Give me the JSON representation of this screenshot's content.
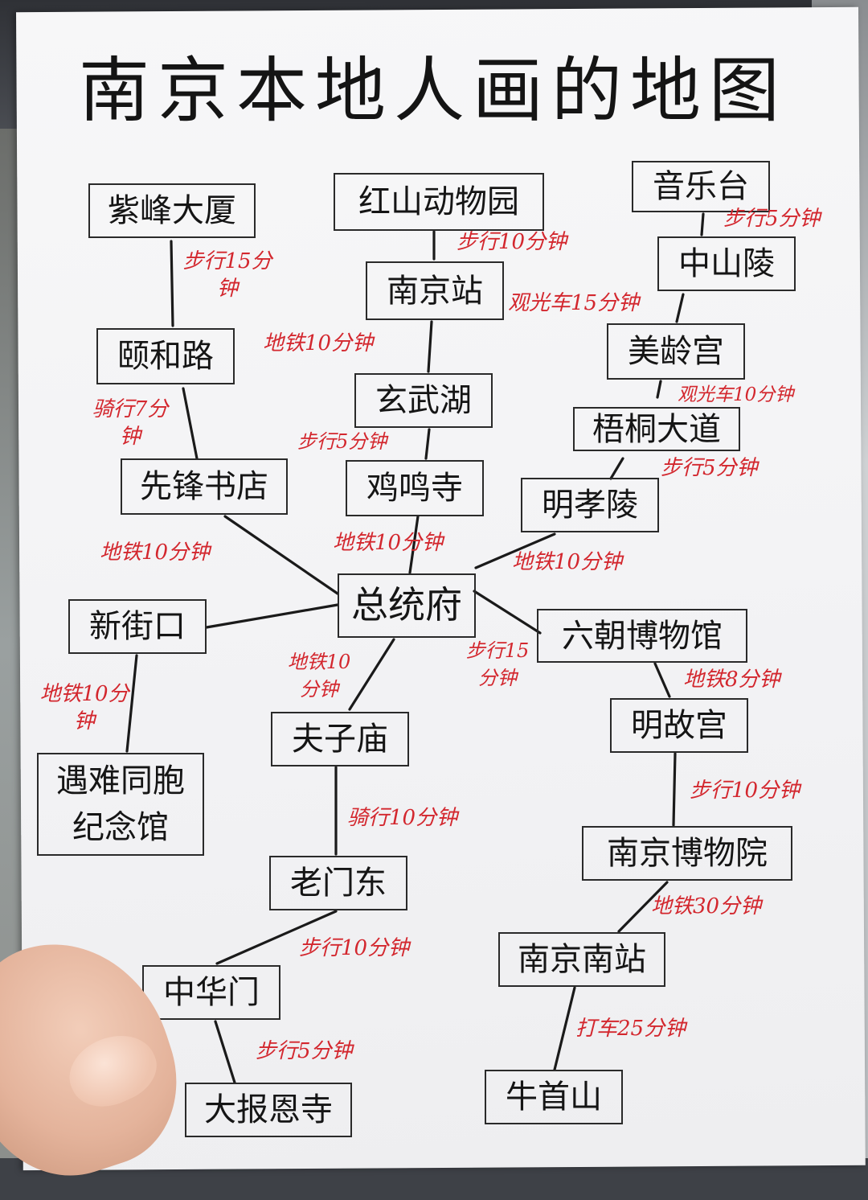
{
  "title": "南京本地人画的地图",
  "nodes": {
    "zifeng": "紫峰大厦",
    "hongshan": "红山动物园",
    "yinyuetai": "音乐台",
    "zhongshanling": "中山陵",
    "nanjingzhan": "南京站",
    "yiheelu": "颐和路",
    "meilinggong": "美龄宫",
    "xuanwuhu": "玄武湖",
    "wutong": "梧桐大道",
    "xianfeng": "先锋书店",
    "jimingsi": "鸡鸣寺",
    "mingxiaoling": "明孝陵",
    "zongtongfu": "总统府",
    "xinjiekou": "新街口",
    "liuchao": "六朝博物馆",
    "fuzimiao": "夫子庙",
    "minggugong": "明故宫",
    "yunan": "遇难同胞纪念馆",
    "nanbo": "南京博物院",
    "laomendong": "老门东",
    "nanjingnan": "南京南站",
    "zhonghuamen": "中华门",
    "niushoushan": "牛首山",
    "dabaoensi": "大报恩寺"
  },
  "routes": {
    "zifeng_yihelu": "步行15分钟",
    "hongshan_nanjingzhan": "步行10分钟",
    "yinyuetai_zhongshanling": "步行5分钟",
    "zhongshanling_meilinggong": "观光车15分钟",
    "nanjingzhan_xuanwuhu": "地铁10分钟",
    "meilinggong_wutong": "观光车10分钟",
    "yihelu_xianfeng": "骑行7分钟",
    "xuanwuhu_jimingsi": "步行5分钟",
    "wutong_mingxiaoling": "步行5分钟",
    "xianfeng_zongtongfu": "地铁10分钟",
    "jimingsi_zongtongfu": "地铁10分钟",
    "mingxiaoling_zongtongfu": "地铁10分钟",
    "zongtongfu_fuzimiao": "地铁10分钟",
    "zongtongfu_liuchao": "步行15分钟",
    "xinjiekou_yunan": "地铁10分钟",
    "liuchao_minggugong": "地铁8分钟",
    "fuzimiao_laomendong": "骑行10分钟",
    "minggugong_nanbo": "步行10分钟",
    "nanbo_nanjingnan": "地铁30分钟",
    "laomendong_zhonghuamen": "步行10分钟",
    "nanjingnan_niushoushan": "打车25分钟",
    "zhonghuamen_dabaoensi": "步行5分钟"
  }
}
